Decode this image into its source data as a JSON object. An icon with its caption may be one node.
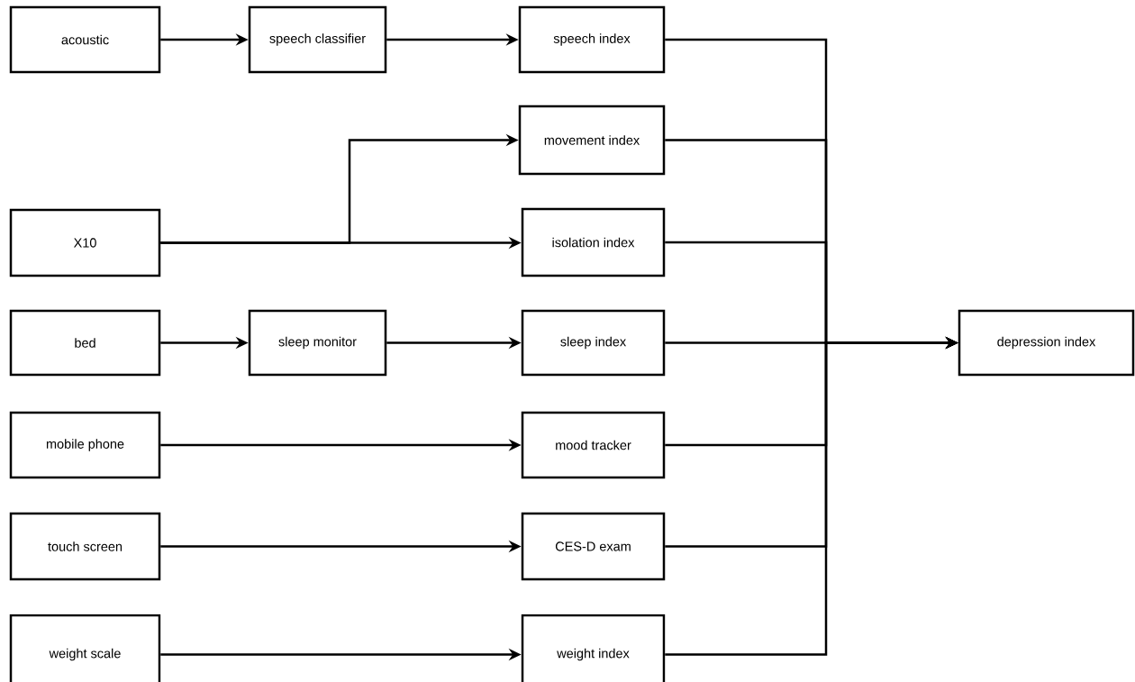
{
  "diagram": {
    "nodes": [
      {
        "text": [
          "acoustic"
        ]
      },
      {
        "text": [
          "speech classifier"
        ]
      },
      {
        "text": [
          "speech index"
        ]
      },
      {
        "text": [
          "movement index"
        ]
      },
      {
        "text": [
          "X10"
        ]
      },
      {
        "text": [
          "isolation index"
        ]
      },
      {
        "text": [
          "bed"
        ]
      },
      {
        "text": [
          "sleep monitor"
        ]
      },
      {
        "text": [
          "sleep index"
        ]
      },
      {
        "text": [
          "mobile phone"
        ]
      },
      {
        "text": [
          "mood tracker"
        ]
      },
      {
        "text": [
          "touch screen"
        ]
      },
      {
        "text": [
          "CES-D exam"
        ]
      },
      {
        "text": [
          "weight scale"
        ]
      },
      {
        "text": [
          "weight index"
        ]
      },
      {
        "text": [
          "depression index"
        ]
      }
    ],
    "edges": [
      {
        "from": 0,
        "to": 1,
        "arrow": "to"
      },
      {
        "from": 1,
        "to": 2,
        "arrow": "to"
      },
      {
        "from": 4,
        "to": 3,
        "arrow": "to"
      },
      {
        "from": 4,
        "to": 5,
        "arrow": "to"
      },
      {
        "from": 6,
        "to": 7,
        "arrow": "to"
      },
      {
        "from": 7,
        "to": 8,
        "arrow": "to"
      },
      {
        "from": 9,
        "to": 10,
        "arrow": "to"
      },
      {
        "from": 11,
        "to": 12,
        "arrow": "to"
      },
      {
        "from": 13,
        "to": 14,
        "arrow": "to"
      },
      {
        "from": 2,
        "to": 15,
        "arrow": "to"
      },
      {
        "from": 3,
        "to": 15,
        "arrow": "to"
      },
      {
        "from": 5,
        "to": 15,
        "arrow": "to"
      },
      {
        "from": 8,
        "to": 15,
        "arrow": "to"
      },
      {
        "from": 10,
        "to": 15,
        "arrow": "to"
      },
      {
        "from": 12,
        "to": 15,
        "arrow": "to"
      },
      {
        "from": 14,
        "to": 15,
        "arrow": "to"
      }
    ]
  }
}
